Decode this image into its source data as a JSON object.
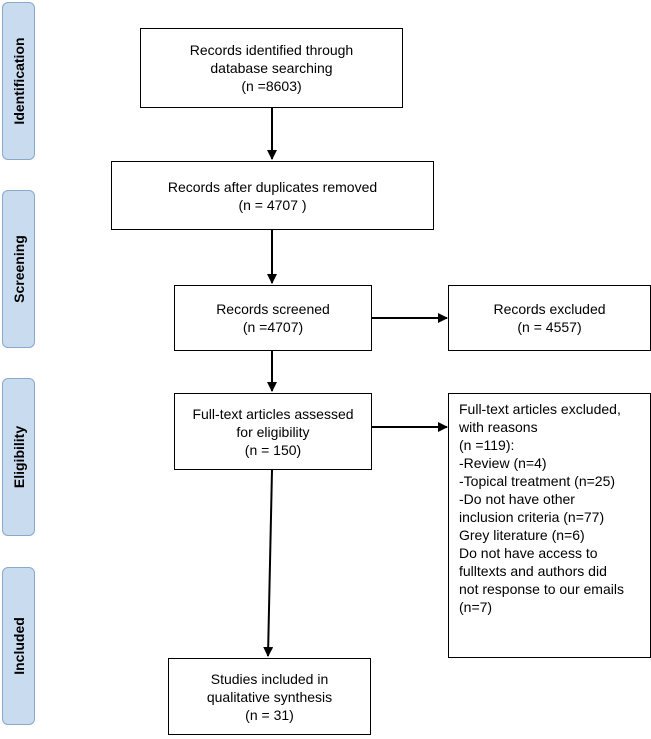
{
  "stages": [
    {
      "label": "Identification"
    },
    {
      "label": "Screening"
    },
    {
      "label": "Eligibility"
    },
    {
      "label": "Included"
    }
  ],
  "boxes": {
    "identified": {
      "lines": [
        "Records identified through",
        "database searching",
        "(n =8603)"
      ]
    },
    "dedup": {
      "lines": [
        "Records after duplicates removed",
        "(n = 4707 )"
      ]
    },
    "screened": {
      "lines": [
        "Records screened",
        "(n =4707)"
      ]
    },
    "excluded": {
      "lines": [
        "Records excluded",
        "(n = 4557)"
      ]
    },
    "fulltext": {
      "lines": [
        "Full-text articles assessed",
        "for eligibility",
        "(n = 150)"
      ]
    },
    "fulltext_excluded": {
      "lines": [
        "Full-text articles excluded,",
        "with reasons",
        "(n =119):",
        "-Review (n=4)",
        "-Topical treatment (n=25)",
        "-Do not have other",
        "inclusion criteria (n=77)",
        "Grey literature (n=6)",
        "Do not have access to",
        "fulltexts and authors did",
        "not response to our emails",
        "(n=7)"
      ]
    },
    "included": {
      "lines": [
        "Studies included in",
        "qualitative synthesis",
        "(n = 31)"
      ]
    }
  },
  "colors": {
    "stage_fill": "#c8dbef",
    "stage_border": "#8aa8c8",
    "line": "#000000"
  }
}
